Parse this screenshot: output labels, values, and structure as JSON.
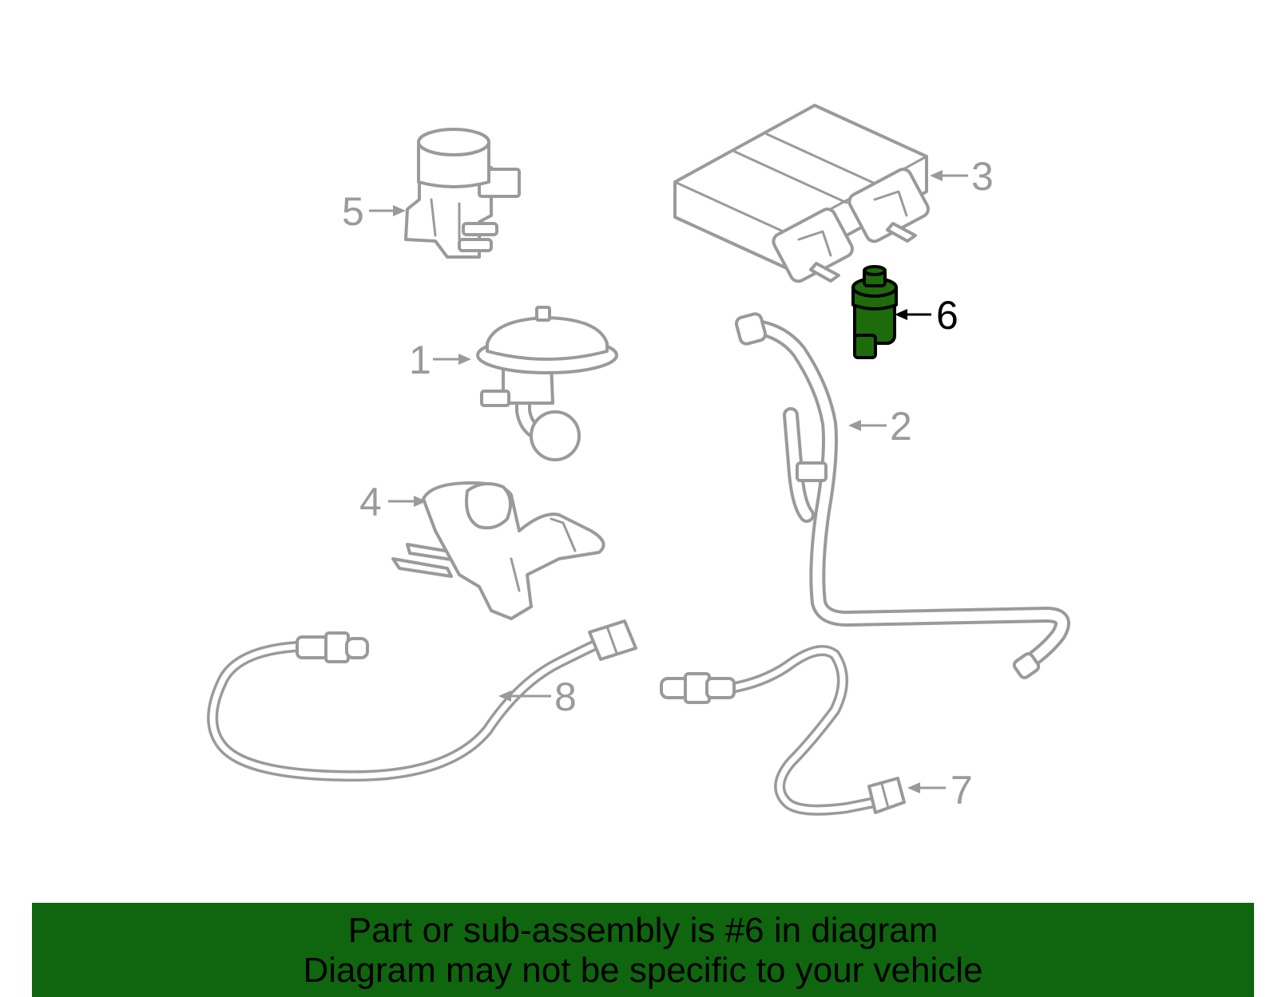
{
  "callouts": {
    "c1": "1",
    "c2": "2",
    "c3": "3",
    "c4": "4",
    "c5": "5",
    "c6": "6",
    "c7": "7",
    "c8": "8"
  },
  "highlighted_part": "6",
  "colors": {
    "highlight_fill": "#1e6b0c",
    "banner_background": "#0f660f",
    "part_outline": "#9a9a9a"
  },
  "banner": {
    "line1": "Part or sub-assembly is #6 in diagram",
    "line2": "Diagram may not be specific to your vehicle"
  }
}
